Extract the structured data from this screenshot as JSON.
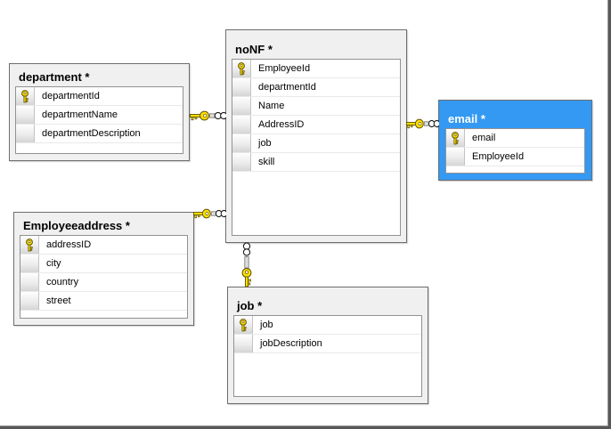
{
  "diagram": {
    "tables": [
      {
        "title": "department *",
        "selected": false,
        "fields": [
          {
            "name": "departmentId",
            "pk": true
          },
          {
            "name": "departmentName",
            "pk": false
          },
          {
            "name": "departmentDescription",
            "pk": false
          }
        ]
      },
      {
        "title": "noNF *",
        "selected": false,
        "fields": [
          {
            "name": "EmployeeId",
            "pk": true
          },
          {
            "name": "departmentId",
            "pk": false
          },
          {
            "name": "Name",
            "pk": false
          },
          {
            "name": "AddressID",
            "pk": false
          },
          {
            "name": "job",
            "pk": false
          },
          {
            "name": "skill",
            "pk": false
          }
        ]
      },
      {
        "title": "email *",
        "selected": true,
        "fields": [
          {
            "name": "email",
            "pk": true
          },
          {
            "name": "EmployeeId",
            "pk": false
          }
        ]
      },
      {
        "title": "Employeeaddress *",
        "selected": false,
        "fields": [
          {
            "name": "addressID",
            "pk": true
          },
          {
            "name": "city",
            "pk": false
          },
          {
            "name": "country",
            "pk": false
          },
          {
            "name": "street",
            "pk": false
          }
        ]
      },
      {
        "title": "job *",
        "selected": false,
        "fields": [
          {
            "name": "job",
            "pk": true
          },
          {
            "name": "jobDescription",
            "pk": false
          }
        ]
      }
    ],
    "relationships": [
      {
        "one": "department",
        "many": "noNF",
        "type": "one-to-many"
      },
      {
        "one": "noNF",
        "many": "email",
        "type": "one-to-many"
      },
      {
        "one": "Employeeaddress",
        "many": "noNF",
        "type": "one-to-many"
      },
      {
        "one": "job",
        "many": "noNF",
        "type": "one-to-many"
      }
    ],
    "colors": {
      "selected_header": "#3399f3",
      "table_background": "#f0f0f0",
      "key_icon": "#ffe000"
    }
  }
}
